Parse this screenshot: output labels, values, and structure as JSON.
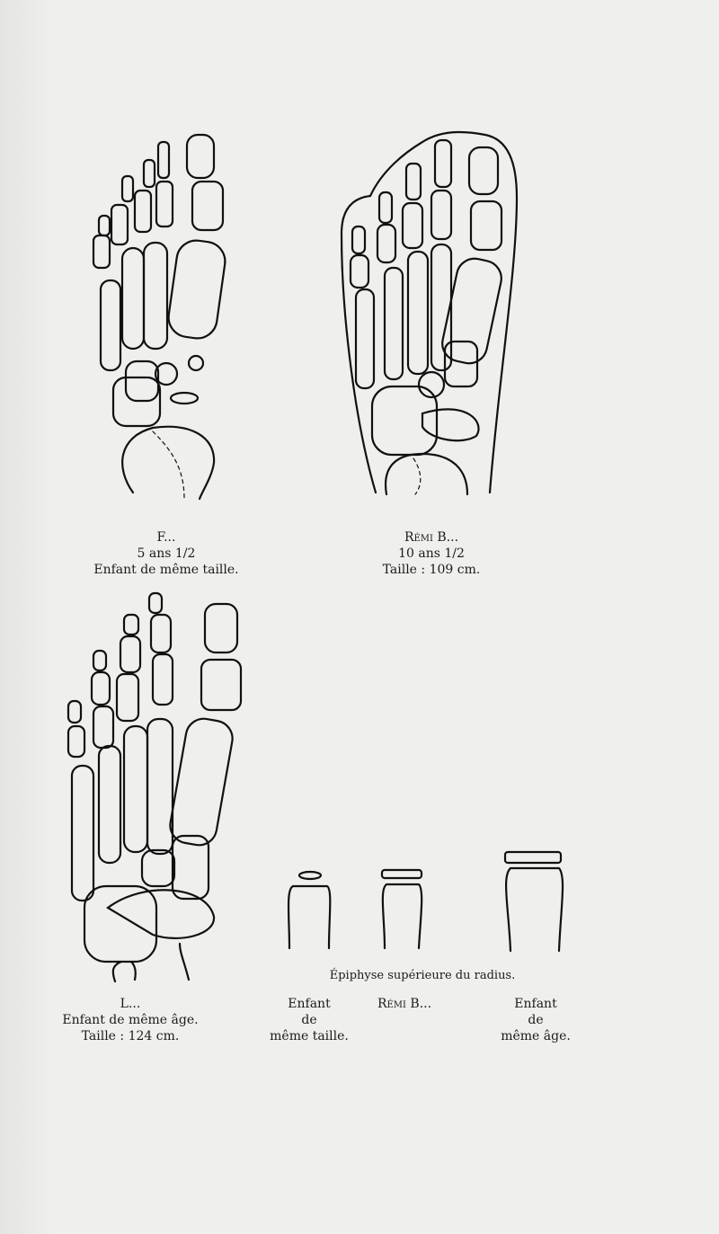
{
  "figure_1": {
    "name": "F...",
    "age": "5 ans 1/2",
    "note": "Enfant de même taille."
  },
  "figure_2": {
    "name": "Rémi B...",
    "age": "10 ans 1/2",
    "height": "Taille : 109 cm."
  },
  "figure_3": {
    "name": "L...",
    "note": "Enfant de même âge.",
    "height": "Taille : 124 cm."
  },
  "radius_figure": {
    "title": "Épiphyse supérieure du radius.",
    "labels": [
      {
        "line1": "Enfant",
        "line2": "de",
        "line3": "même taille."
      },
      {
        "line1": "Rémi B..."
      },
      {
        "line1": "Enfant",
        "line2": "de",
        "line3": "même âge."
      }
    ]
  }
}
